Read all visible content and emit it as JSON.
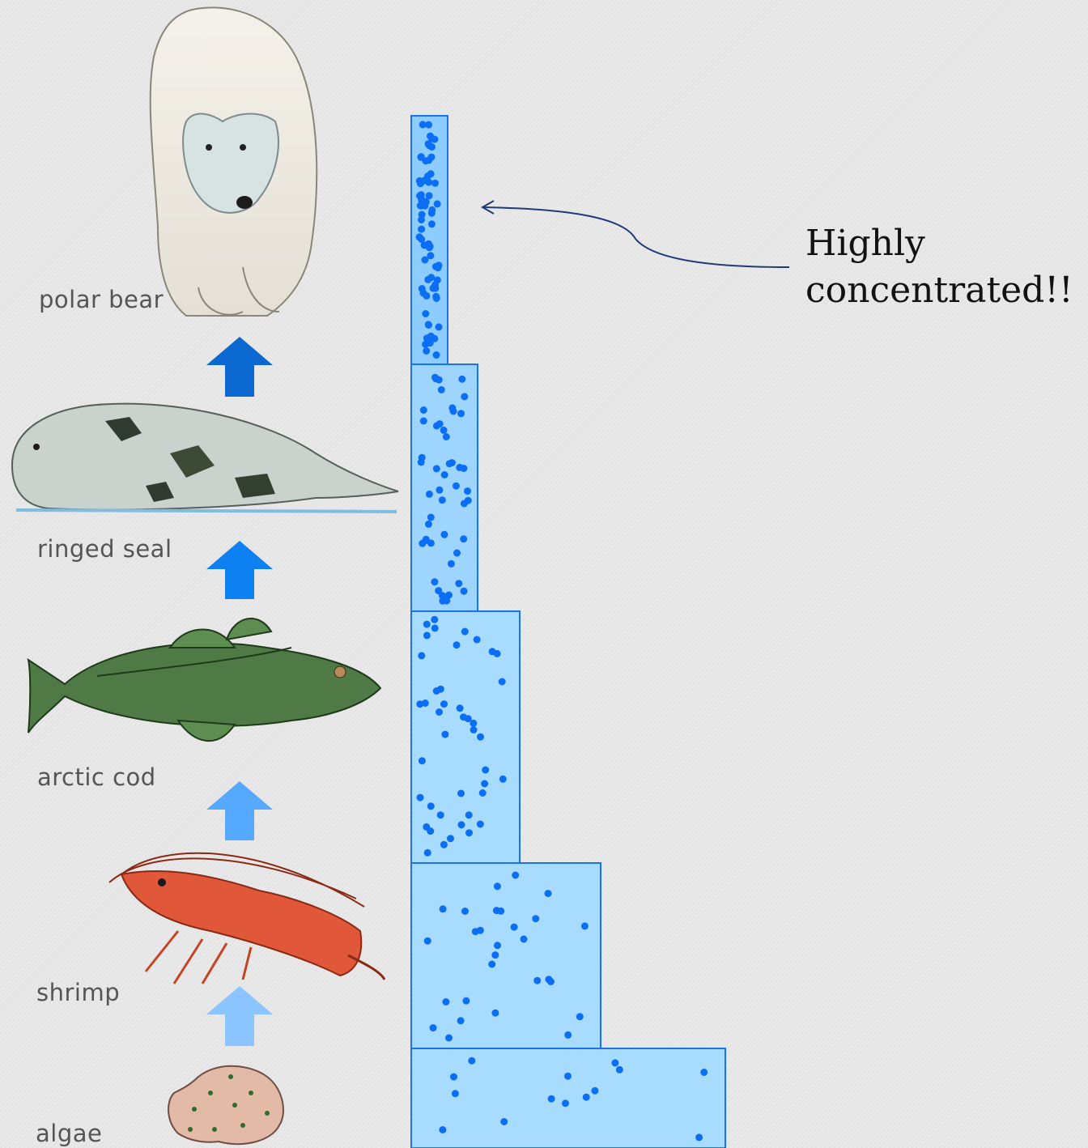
{
  "levels": [
    {
      "organism": "algae",
      "level": 1,
      "arrow_color": null
    },
    {
      "organism": "shrimp",
      "level": 2,
      "arrow_color": "#8cc4ff"
    },
    {
      "organism": "arctic cod",
      "level": 3,
      "arrow_color": "#55a9ff"
    },
    {
      "organism": "ringed seal",
      "level": 4,
      "arrow_color": "#0d80f2"
    },
    {
      "organism": "polar bear",
      "level": 5,
      "arrow_color": "#0a68d0"
    }
  ],
  "callout": {
    "line1": "Highly",
    "line2": "concentrated!!"
  },
  "colors": {
    "bar_fill": "#a8dcff",
    "bar_fill_dense": "#7fc4ff",
    "bar_border": "#1a73e8",
    "dot": "#0b6ef5",
    "callout_arrow": "#1f3a7a"
  }
}
